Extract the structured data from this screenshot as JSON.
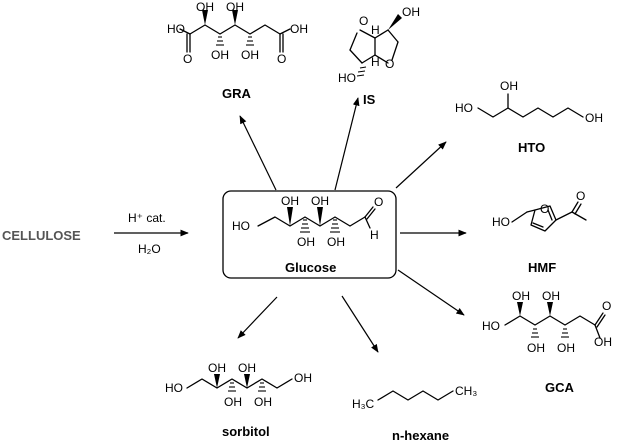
{
  "cellulose": "CELLULOSE",
  "conditions": {
    "top": "H⁺ cat.",
    "bottom": "H₂O"
  },
  "center": {
    "name": "Glucose"
  },
  "products": [
    {
      "key": "GRA",
      "name": "GRA"
    },
    {
      "key": "IS",
      "name": "IS"
    },
    {
      "key": "HTO",
      "name": "HTO"
    },
    {
      "key": "HMF",
      "name": "HMF"
    },
    {
      "key": "GCA",
      "name": "GCA"
    },
    {
      "key": "sorbitol",
      "name": "sorbitol"
    },
    {
      "key": "nhexane",
      "name": "n-hexane"
    }
  ],
  "atoms": {
    "OH": "OH",
    "HO": "HO",
    "O": "O",
    "H": "H",
    "H3C": "H₃C",
    "CH3": "CH₃"
  }
}
